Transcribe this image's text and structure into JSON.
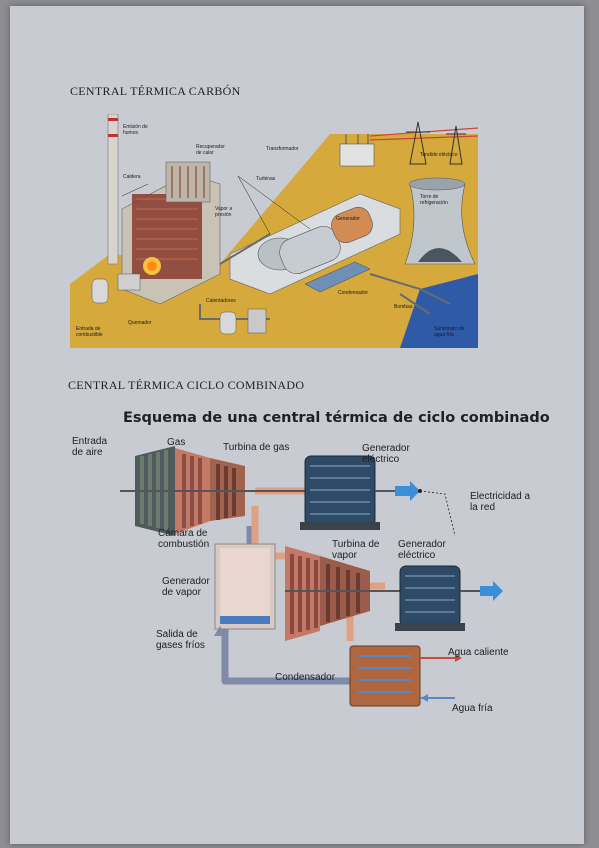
{
  "section1": {
    "heading": "CENTRAL TÉRMICA CARBÓN",
    "labels": {
      "emision": "Emisión de humos",
      "recuperador": "Recuperador de calor",
      "transformador": "Transformador",
      "tendido": "Tendido eléctrico",
      "caldera": "Caldera",
      "turbinas": "Turbinas",
      "vapor": "Vapor a presión",
      "generador": "Generador",
      "torre": "Torre de refrigeración",
      "calentadores": "Calentadores",
      "condensador": "Condensador",
      "bombas": "Bombas",
      "quemador": "Quemador",
      "entrada": "Entrada de combustible",
      "suministro": "Suministro de agua fría"
    }
  },
  "section2": {
    "heading": "CENTRAL TÉRMICA CICLO COMBINADO",
    "title": "Esquema de una central térmica de ciclo combinado",
    "labels": {
      "entrada_aire": "Entrada de aire",
      "gas": "Gas",
      "turbina_gas": "Turbina de gas",
      "generador1": "Generador eléctrico",
      "electricidad": "Electricidad a la red",
      "camara": "Cámara de combustión",
      "turbina_vapor": "Turbina de vapor",
      "generador2": "Generador eléctrico",
      "generador_vapor": "Generador de vapor",
      "salida": "Salida de gases fríos",
      "agua_caliente": "Agua caliente",
      "condensador": "Condensador",
      "agua_fria": "Agua fría"
    }
  }
}
